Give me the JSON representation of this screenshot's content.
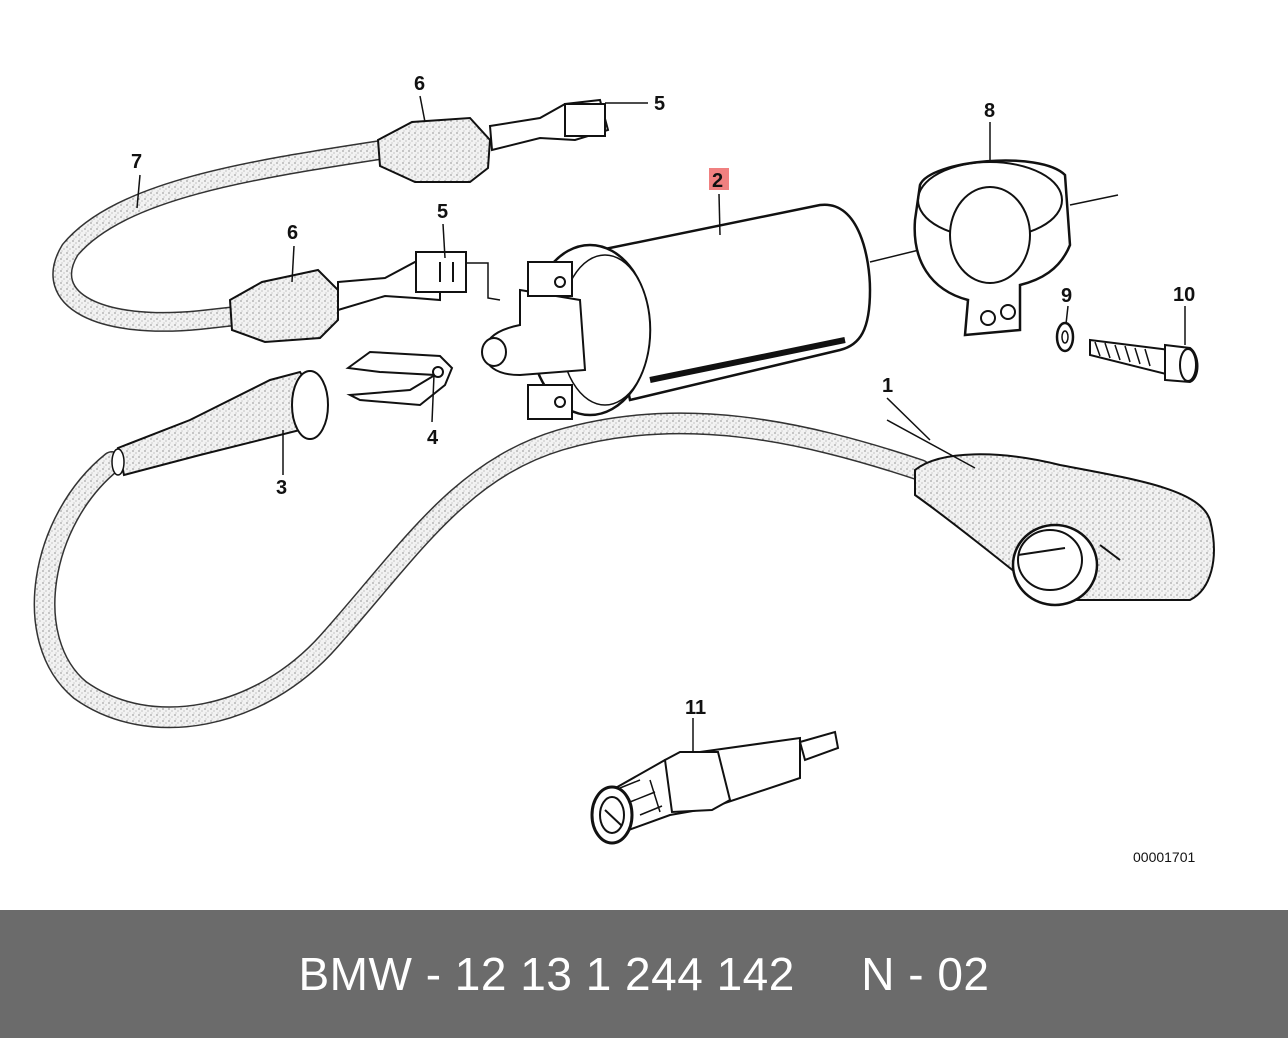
{
  "diagram": {
    "part_labels": [
      "1",
      "2",
      "3",
      "4",
      "5",
      "5",
      "6",
      "6",
      "7",
      "8",
      "9",
      "10",
      "11"
    ],
    "highlighted_label": "2",
    "highlight_color": "#f08080",
    "drawing_number": "00001701"
  },
  "footer": {
    "text": "BMW - 12 13 1 244 142     N - 02",
    "background": "#6b6b6b"
  }
}
